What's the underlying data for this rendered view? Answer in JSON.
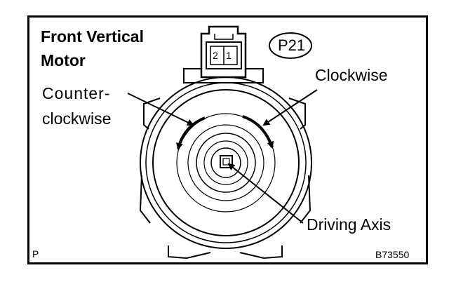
{
  "diagram": {
    "title_line1": "Front Vertical",
    "title_line2": "Motor",
    "connector_code": "P21",
    "connector_pins": [
      "2",
      "1"
    ],
    "label_clockwise": "Clockwise",
    "label_counterclockwise_line1": "Counter-",
    "label_counterclockwise_line2": "clockwise",
    "label_driving_axis": "Driving Axis",
    "corner_letter": "P",
    "figure_code": "B73550"
  }
}
